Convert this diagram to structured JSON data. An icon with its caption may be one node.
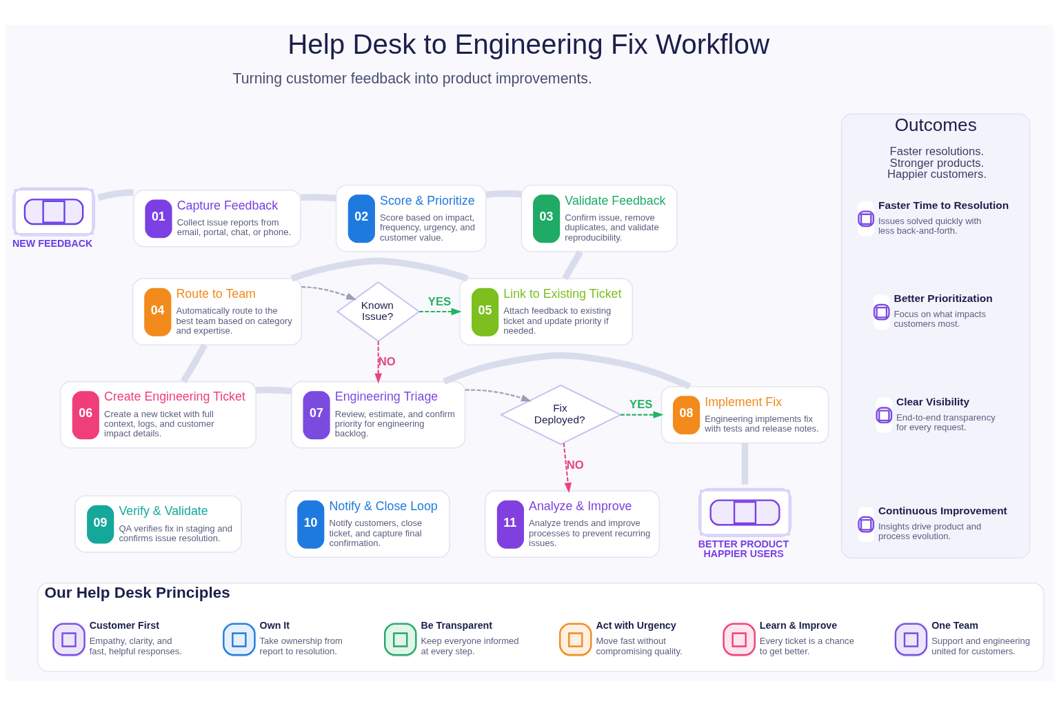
{
  "diagram": {
    "title": "Help Desk to Engineering Fix Workflow",
    "nodes": [
      {
        "text": [
          "NEW FEEDBACK"
        ]
      },
      {
        "text": [
          "01",
          "Capture Feedback",
          "Collect issue reports from email, portal, chat, or phone."
        ]
      },
      {
        "text": [
          "02",
          "Score & Prioritize",
          "Score based on impact, frequency, urgency, and customer value."
        ]
      },
      {
        "text": [
          "03",
          "Validate Feedback",
          "Confirm issue, remove duplicates, and validate reproducibility."
        ]
      },
      {
        "text": [
          "04",
          "Route to Team",
          "Automatically route to the best team based on category and expertise."
        ]
      },
      {
        "text": [
          "Known Issue?"
        ]
      },
      {
        "text": [
          "05",
          "Link to Existing Ticket",
          "Attach feedback to existing ticket and update priority if needed."
        ]
      },
      {
        "text": [
          "06",
          "Create Engineering Ticket",
          "Create a new ticket with full context, logs, and customer impact details."
        ]
      },
      {
        "text": [
          "07",
          "Engineering Triage",
          "Review, estimate, and confirm priority for engineering backlog."
        ]
      },
      {
        "text": [
          "Fix Deployed?"
        ]
      },
      {
        "text": [
          "08",
          "Implement Fix",
          "Engineering implements fix with tests and release notes."
        ]
      },
      {
        "text": [
          "09",
          "Verify & Validate",
          "QA verifies fix in staging and confirms issue resolution."
        ]
      },
      {
        "text": [
          "10",
          "Notify & Close Loop",
          "Notify customers, close ticket, and capture final confirmation."
        ]
      },
      {
        "text": [
          "11",
          "Analyze & Improve",
          "Analyze trends and improve processes to prevent recurring issues."
        ]
      },
      {
        "text": [
          "BETTER PRODUCT HAPPIER USERS"
        ]
      },
      {
        "text": [
          "Outcomes",
          "Faster resolutions. Stronger products. Happier customers."
        ]
      },
      {
        "text": [
          "Faster Time to Resolution",
          "Issues solved quickly with less back-and-forth."
        ],
        "in": 15
      },
      {
        "text": [
          "Better Prioritization",
          "Focus on what impacts customers most."
        ],
        "in": 15
      },
      {
        "text": [
          "Clear Visibility",
          "End-to-end transparency for every request."
        ],
        "in": 15
      },
      {
        "text": [
          "Continuous Improvement",
          "Insights drive product and process evolution."
        ],
        "in": 15
      },
      {
        "text": [
          "Our Help Desk Principles"
        ]
      },
      {
        "text": [
          "Customer First",
          "Empathy, clarity, and fast, helpful responses."
        ],
        "in": 20
      },
      {
        "text": [
          "Own It",
          "Take ownership from report to resolution."
        ],
        "in": 20
      },
      {
        "text": [
          "Be Transparent",
          "Keep everyone informed at every step."
        ],
        "in": 20
      },
      {
        "text": [
          "Act with Urgency",
          "Move fast without compromising quality."
        ],
        "in": 20
      },
      {
        "text": [
          "Learn & Improve",
          "Every ticket is a chance to get better."
        ],
        "in": 20
      },
      {
        "text": [
          "One Team",
          "Support and engineering united for customers."
        ],
        "in": 20
      }
    ],
    "edges": [
      {
        "from": 0,
        "to": 1,
        "arrow": "none"
      },
      {
        "from": 1,
        "to": 2,
        "arrow": "none"
      },
      {
        "from": 2,
        "to": 3,
        "arrow": "none"
      },
      {
        "from": 3,
        "to": 6,
        "arrow": "none"
      },
      {
        "from": 4,
        "to": 5,
        "arrow": "to",
        "style": "dashed",
        "color": "#9aa0b4"
      },
      {
        "from": 5,
        "to": 6,
        "arrow": "to",
        "label": "YES",
        "style": "dashed",
        "color": "#22b35e"
      },
      {
        "from": 5,
        "to": 8,
        "arrow": "to",
        "label": "NO",
        "style": "dashed",
        "color": "#e8457f"
      },
      {
        "from": 6,
        "to": 4,
        "arrow": "none"
      },
      {
        "from": 4,
        "to": 7,
        "arrow": "none"
      },
      {
        "from": 7,
        "to": 8,
        "arrow": "none"
      },
      {
        "from": 8,
        "to": 9,
        "arrow": "to",
        "style": "dashed",
        "color": "#9aa0b4"
      },
      {
        "from": 9,
        "to": 10,
        "arrow": "to",
        "label": "YES",
        "style": "dashed",
        "color": "#22b35e"
      },
      {
        "from": 9,
        "to": 13,
        "arrow": "to",
        "label": "NO",
        "style": "dashed",
        "color": "#e8457f"
      },
      {
        "from": 8,
        "to": 10,
        "arrow": "none"
      },
      {
        "from": 10,
        "to": 14,
        "arrow": "none"
      }
    ],
    "labels": [
      "Turning customer feedback into product improvements."
    ]
  }
}
